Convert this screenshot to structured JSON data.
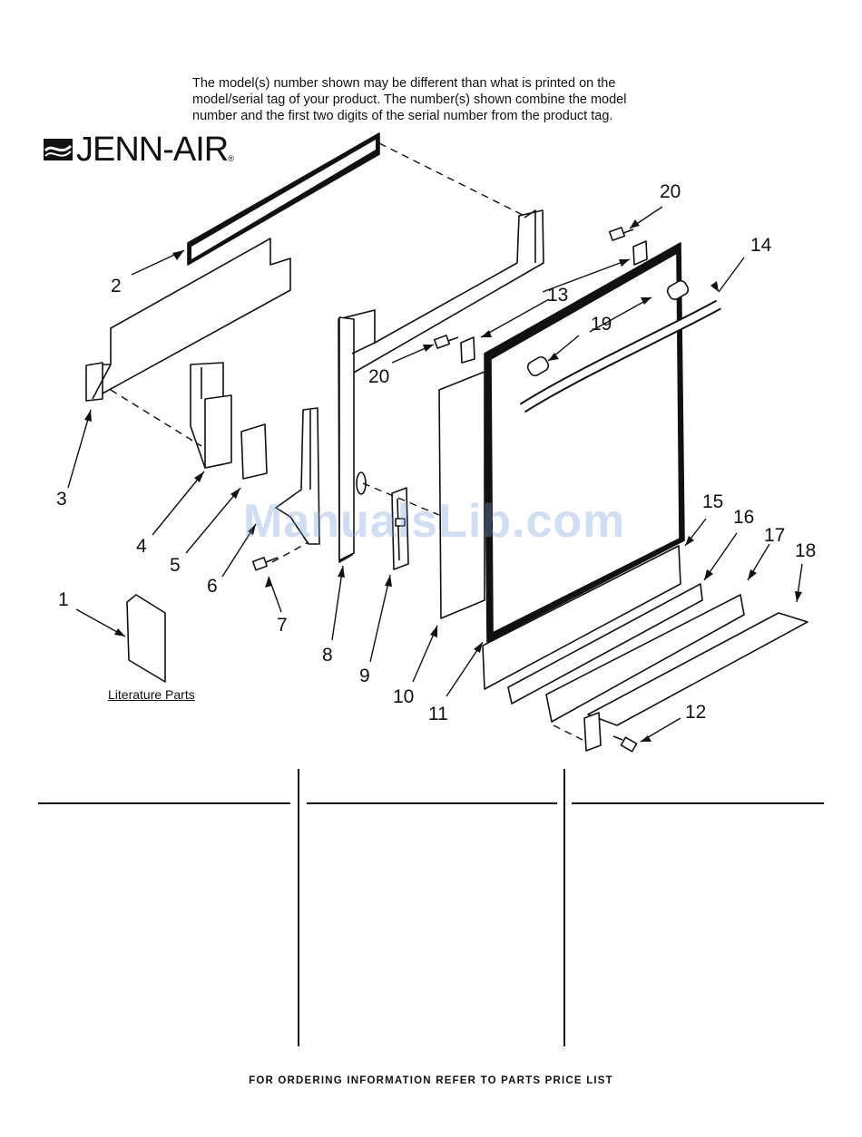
{
  "notice": {
    "line1": "The model(s) number shown may be different than what is printed on the",
    "line2": "model/serial tag of your product. The number(s) shown combine the model",
    "line3": "number and the first two digits of the serial number from the product tag."
  },
  "brand": {
    "name": "JENN-AIR",
    "reg": "®",
    "icon": "jenn-air-logo-icon"
  },
  "callouts": [
    "1",
    "2",
    "3",
    "4",
    "5",
    "6",
    "7",
    "8",
    "9",
    "10",
    "11",
    "12",
    "13",
    "14",
    "15",
    "16",
    "17",
    "18",
    "19",
    "20",
    "20"
  ],
  "literature_label": "Literature Parts",
  "watermark": "ManualsLib.com",
  "footer": "FOR ORDERING INFORMATION REFER TO PARTS PRICE LIST"
}
